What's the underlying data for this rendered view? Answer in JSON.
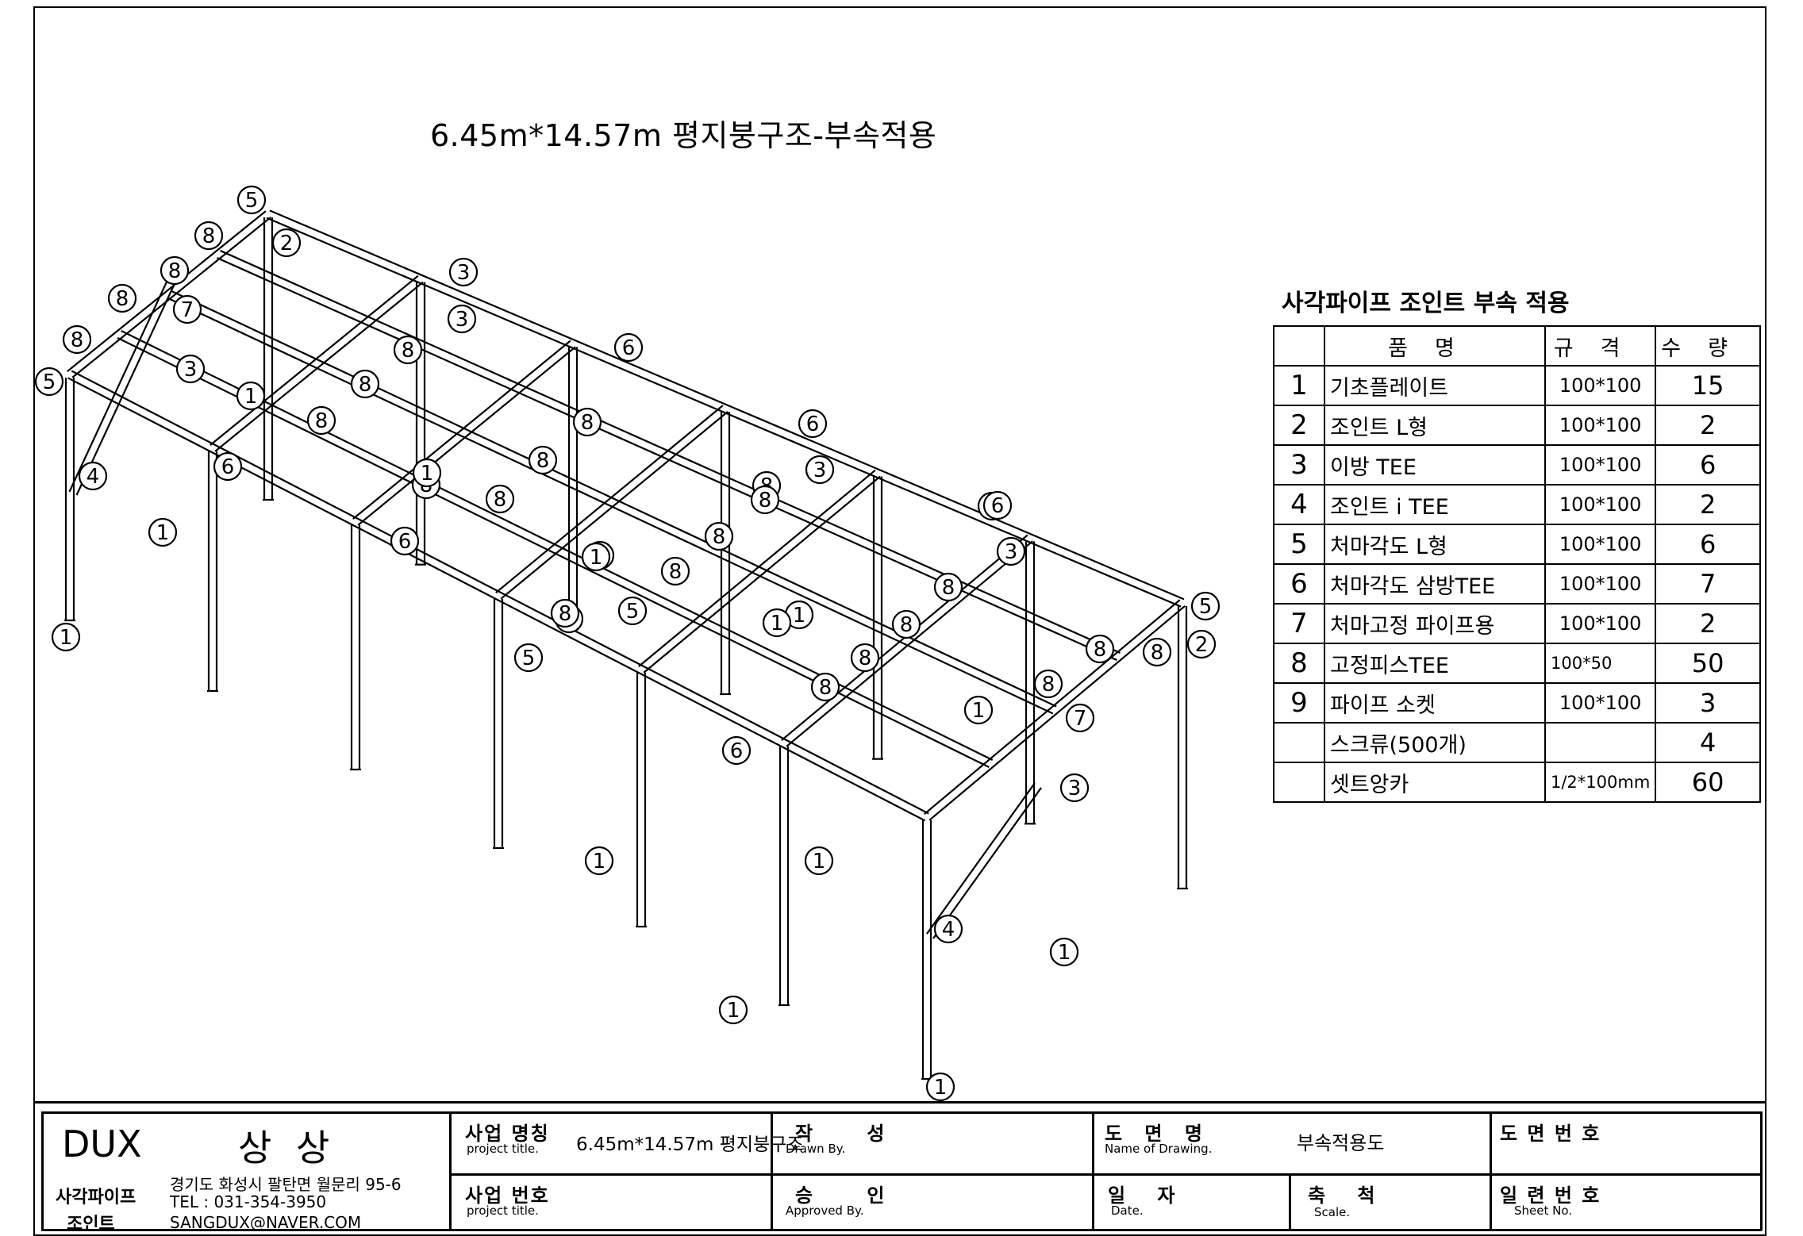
{
  "drawing_title": "6.45m*14.57m 평지붕구조-부속적용",
  "parts_table": {
    "heading": "사각파이프 조인트 부속 적용",
    "headers": {
      "name": "품명",
      "spec": "규격",
      "qty": "수량"
    },
    "rows": [
      {
        "no": "1",
        "name": "기초플레이트",
        "spec": "100*100",
        "qty": "15"
      },
      {
        "no": "2",
        "name": "조인트 L형",
        "spec": "100*100",
        "qty": "2"
      },
      {
        "no": "3",
        "name": "이방 TEE",
        "spec": "100*100",
        "qty": "6"
      },
      {
        "no": "4",
        "name": "조인트 i TEE",
        "spec": "100*100",
        "qty": "2"
      },
      {
        "no": "5",
        "name": "처마각도 L형",
        "spec": "100*100",
        "qty": "6"
      },
      {
        "no": "6",
        "name": "처마각도 삼방TEE",
        "spec": "100*100",
        "qty": "7"
      },
      {
        "no": "7",
        "name": "처마고정 파이프용",
        "spec": "100*100",
        "qty": "2"
      },
      {
        "no": "8",
        "name": "고정피스TEE",
        "spec": "100*50",
        "qty": "50"
      },
      {
        "no": "9",
        "name": "파이프 소켓",
        "spec": "100*100",
        "qty": "3"
      },
      {
        "no": "",
        "name": "스크류(500개)",
        "spec": "",
        "qty": "4"
      },
      {
        "no": "",
        "name": "셋트앙카",
        "spec": "1/2*100mm",
        "qty": "60"
      }
    ]
  },
  "title_block": {
    "company": {
      "brand": "DUX",
      "name": "상 상",
      "type_line1": "사각파이프",
      "type_line2": "조인트",
      "address": "경기도 화성시 팔탄면 월문리 95-6",
      "tel": "TEL : 031-354-3950",
      "email": "SANGDUX@NAVER.COM"
    },
    "project_name": {
      "label_ko": "사업 명칭",
      "label_en": "project title.",
      "value": "6.45m*14.57m 평지붕구조"
    },
    "project_no": {
      "label_ko": "사업 번호",
      "label_en": "project title."
    },
    "drawn_by": {
      "label_ko": "작 성",
      "label_en": "Drawn By."
    },
    "approved_by": {
      "label_ko": "승 인",
      "label_en": "Approved By."
    },
    "drawing_name": {
      "label_ko": "도 면 명",
      "label_en": "Name of Drawing.",
      "value": "부속적용도"
    },
    "date": {
      "label_ko": "일 자",
      "label_en": "Date."
    },
    "scale": {
      "label_ko": "축 척",
      "label_en": "Scale."
    },
    "drawing_no": {
      "label_ko": "도 면 번 호"
    },
    "sheet_no": {
      "label_ko": "일 련 번 호",
      "label_en": "Sheet No."
    }
  },
  "callouts": [
    {
      "n": "5"
    },
    {
      "n": "8"
    },
    {
      "n": "2"
    },
    {
      "n": "8"
    },
    {
      "n": "8"
    },
    {
      "n": "7"
    },
    {
      "n": "8"
    },
    {
      "n": "5"
    },
    {
      "n": "3"
    },
    {
      "n": "1"
    },
    {
      "n": "4"
    },
    {
      "n": "1"
    },
    {
      "n": "1"
    },
    {
      "n": "6"
    },
    {
      "n": "3"
    },
    {
      "n": "8"
    },
    {
      "n": "8"
    },
    {
      "n": "8"
    },
    {
      "n": "6"
    },
    {
      "n": "8"
    },
    {
      "n": "1"
    },
    {
      "n": "6"
    },
    {
      "n": "3"
    },
    {
      "n": "8"
    },
    {
      "n": "8"
    },
    {
      "n": "8"
    },
    {
      "n": "6"
    },
    {
      "n": "8"
    },
    {
      "n": "1"
    },
    {
      "n": "1"
    },
    {
      "n": "6"
    },
    {
      "n": "3"
    },
    {
      "n": "8"
    },
    {
      "n": "8"
    },
    {
      "n": "8"
    },
    {
      "n": "5"
    },
    {
      "n": "8"
    },
    {
      "n": "1"
    },
    {
      "n": "1"
    },
    {
      "n": "5"
    },
    {
      "n": "8"
    },
    {
      "n": "6"
    },
    {
      "n": "3"
    },
    {
      "n": "8"
    },
    {
      "n": "8"
    },
    {
      "n": "8"
    },
    {
      "n": "8"
    },
    {
      "n": "1"
    },
    {
      "n": "7"
    },
    {
      "n": "6"
    },
    {
      "n": "8"
    },
    {
      "n": "8"
    },
    {
      "n": "5"
    },
    {
      "n": "8"
    },
    {
      "n": "2"
    },
    {
      "n": "3"
    },
    {
      "n": "1"
    },
    {
      "n": "1"
    },
    {
      "n": "4"
    },
    {
      "n": "1"
    },
    {
      "n": "1"
    },
    {
      "n": "1"
    }
  ]
}
